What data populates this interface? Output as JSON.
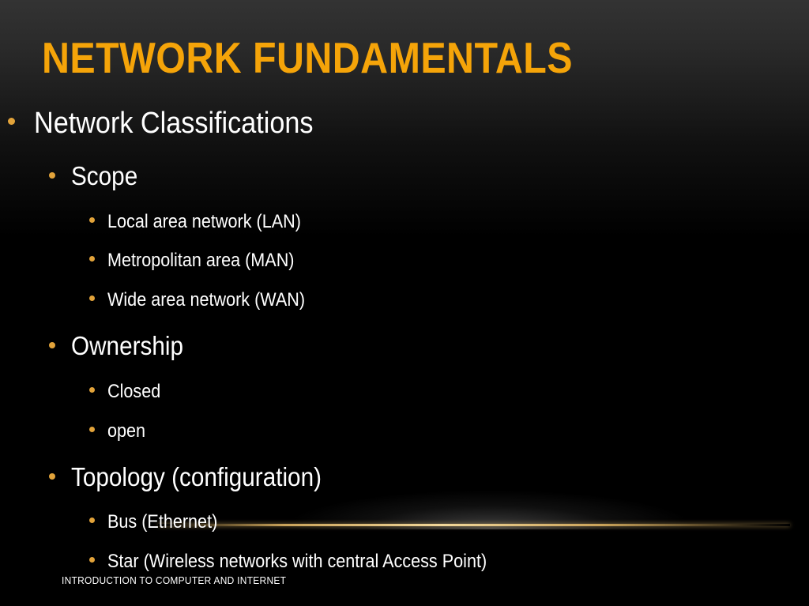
{
  "slide": {
    "title": "NETWORK FUNDAMENTALS",
    "bullets": {
      "level1": {
        "text": "Network Classifications"
      },
      "scope": {
        "label": "Scope",
        "items": [
          "Local area network (LAN)",
          "Metropolitan area (MAN)",
          "Wide area network (WAN)"
        ]
      },
      "ownership": {
        "label": "Ownership",
        "items": [
          "Closed",
          "open"
        ]
      },
      "topology": {
        "label": "Topology (configuration)",
        "items": [
          "Bus (Ethernet)",
          "Star (Wireless networks with central Access Point)"
        ]
      }
    },
    "footer": "INTRODUCTION TO COMPUTER AND INTERNET",
    "colors": {
      "title": "#f5a409",
      "bullet": "#e2a33a",
      "text": "#ffffff",
      "background": "#000000"
    }
  }
}
